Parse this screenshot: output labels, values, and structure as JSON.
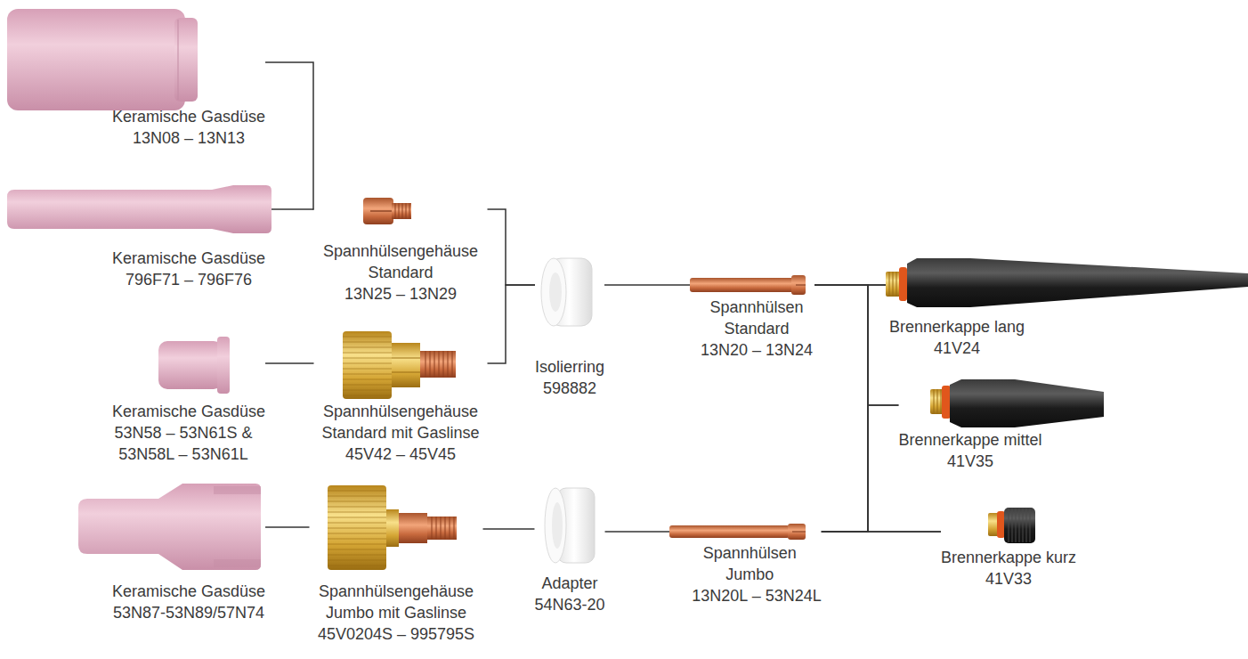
{
  "diagram": {
    "nodes": [
      {
        "text": [
          "Keramische Gasdüse",
          "13N08 – 13N13"
        ]
      },
      {
        "text": [
          "Keramische Gasdüse",
          "796F71 – 796F76"
        ]
      },
      {
        "text": [
          "Spannhülsengehäuse Standard",
          "13N25 – 13N29"
        ]
      },
      {
        "text": [
          "Isolierring",
          "598882"
        ]
      },
      {
        "text": [
          "Spannhülsen Standard",
          "13N20 – 13N24"
        ]
      },
      {
        "text": [
          "Brennerkappe lang",
          "41V24"
        ]
      },
      {
        "text": [
          "Brennerkappe mittel",
          "41V35"
        ]
      },
      {
        "text": [
          "Keramische Gasdüse",
          "53N58 – 53N61S & 53N58L – 53N61L"
        ]
      },
      {
        "text": [
          "Spannhülsengehäuse Standard mit Gaslinse",
          "45V42 – 45V45"
        ]
      },
      {
        "text": [
          "Brennerkappe kurz",
          "41V33"
        ]
      },
      {
        "text": [
          "Keramische Gasdüse",
          "53N87-53N89/57N74"
        ]
      },
      {
        "text": [
          "Spannhülsengehäuse Jumbo mit Gaslinse",
          "45V0204S – 995795S"
        ]
      },
      {
        "text": [
          "Adapter",
          "54N63-20"
        ]
      },
      {
        "text": [
          "Spannhülsen Jumbo",
          "13N20L – 53N24L"
        ]
      }
    ],
    "edges": [
      {
        "from": 0,
        "to": 2,
        "arrow": "none"
      },
      {
        "from": 1,
        "to": 2,
        "arrow": "none"
      },
      {
        "from": 2,
        "to": 3,
        "arrow": "none"
      },
      {
        "from": 7,
        "to": 8,
        "arrow": "none"
      },
      {
        "from": 8,
        "to": 3,
        "arrow": "none"
      },
      {
        "from": 3,
        "to": 4,
        "arrow": "none"
      },
      {
        "from": 4,
        "to": 5,
        "arrow": "none"
      },
      {
        "from": 4,
        "to": 6,
        "arrow": "none"
      },
      {
        "from": 4,
        "to": 9,
        "arrow": "none"
      },
      {
        "from": 10,
        "to": 11,
        "arrow": "none"
      },
      {
        "from": 11,
        "to": 12,
        "arrow": "none"
      },
      {
        "from": 12,
        "to": 13,
        "arrow": "none"
      },
      {
        "from": 13,
        "to": 5,
        "arrow": "none"
      },
      {
        "from": 13,
        "to": 6,
        "arrow": "none"
      },
      {
        "from": 13,
        "to": 9,
        "arrow": "none"
      }
    ]
  }
}
